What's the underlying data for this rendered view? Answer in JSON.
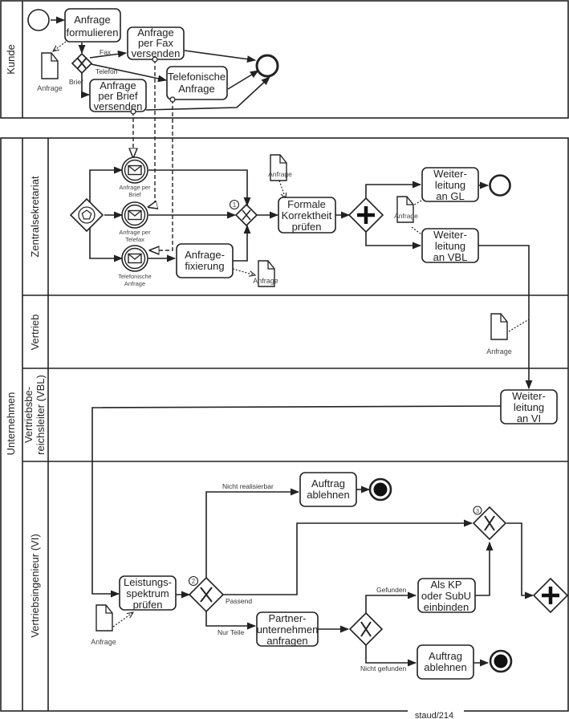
{
  "pools": {
    "kunde": {
      "label": "Kunde"
    },
    "unternehmen": {
      "label": "Unternehmen"
    }
  },
  "lanes": {
    "zentral": "Zentralsekretariat",
    "vertrieb": "Vertrieb",
    "vbl_line1": "Vertriebsbe-",
    "vbl_line2": "reichsleiter (VBL)",
    "vi": "Vertriebsingenieur (VI)"
  },
  "tasks": {
    "formulieren": [
      "Anfrage",
      "formulieren"
    ],
    "fax": [
      "Anfrage",
      "per Fax",
      "versenden"
    ],
    "brief": [
      "Anfrage",
      "per Brief",
      "versenden"
    ],
    "telefon": [
      "Telefonische",
      "Anfrage"
    ],
    "fixierung": [
      "Anfrage-",
      "fixierung"
    ],
    "korrektheit": [
      "Formale",
      "Korrektheit",
      "prüfen"
    ],
    "weiter_gl": [
      "Weiter-",
      "leitung",
      "an GL"
    ],
    "weiter_vbl": [
      "Weiter-",
      "leitung",
      "an VBL"
    ],
    "weiter_vi": [
      "Weiter-",
      "leitung",
      "an VI"
    ],
    "leistung": [
      "Leistungs-",
      "spektrum",
      "prüfen"
    ],
    "ablehnen1": [
      "Auftrag",
      "ablehnen"
    ],
    "partner": [
      "Partner-",
      "unternehmen",
      "anfragen"
    ],
    "kp": [
      "Als KP",
      "oder SubU",
      "einbinden"
    ],
    "ablehnen2": [
      "Auftrag",
      "ablehnen"
    ]
  },
  "events": {
    "anfrage_brief": [
      "Anfrage per",
      "Brief"
    ],
    "anfrage_fax": [
      "Anfrage per",
      "Telefax"
    ],
    "anfrage_tel": [
      "Telefonische",
      "Anfrage"
    ]
  },
  "documents": {
    "label": "Anfrage"
  },
  "flow_labels": {
    "fax": "Fax",
    "telefon": "Telefon",
    "brief": "Brief",
    "nicht_realisierbar": "Nicht realisierbar",
    "passend": "Passend",
    "nur_teile": "Nur Teile",
    "gefunden": "Gefunden",
    "nicht_gefunden": "Nicht gefunden"
  },
  "markers": {
    "m1": "1",
    "m2": "2",
    "m3": "3"
  },
  "footer": "staud/214"
}
